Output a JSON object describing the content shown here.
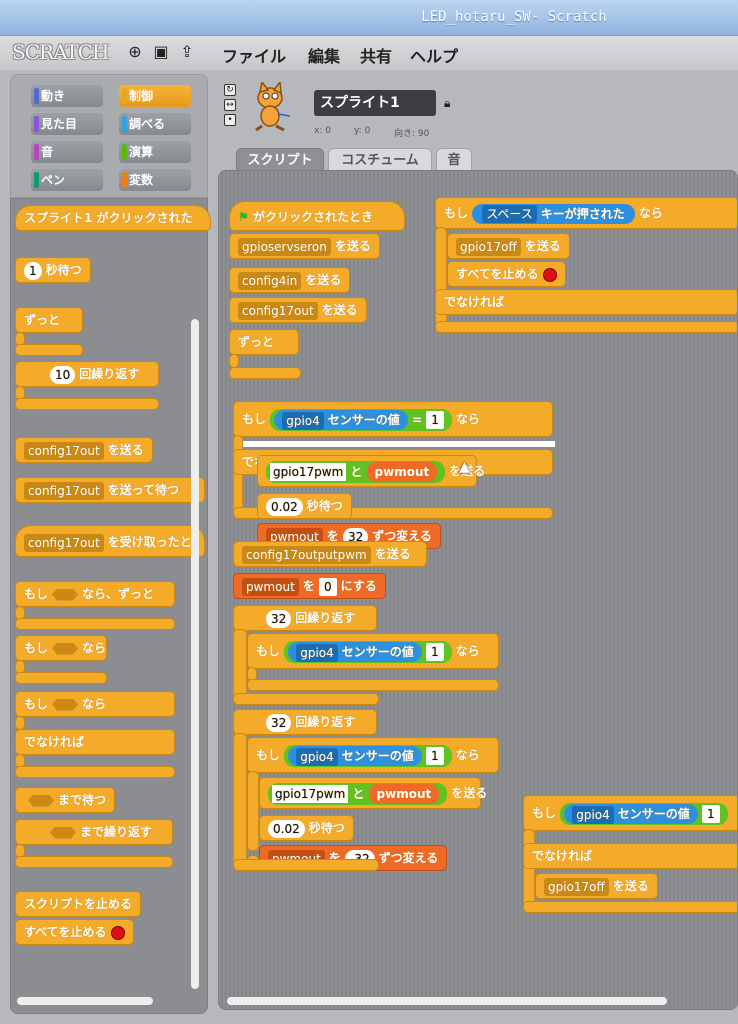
{
  "window": {
    "title": "LED_hotaru_SW- Scratch"
  },
  "menubar": {
    "logo": "SCRATCH",
    "items": [
      "ファイル",
      "編集",
      "共有",
      "ヘルプ"
    ]
  },
  "categories": [
    {
      "label": "動き",
      "color": "#4a6cd4"
    },
    {
      "label": "制御",
      "color": "#e6a822"
    },
    {
      "label": "見た目",
      "color": "#8a55d7"
    },
    {
      "label": "調べる",
      "color": "#2ca5e2"
    },
    {
      "label": "音",
      "color": "#bb42c3"
    },
    {
      "label": "演算",
      "color": "#5cb712"
    },
    {
      "label": "ペン",
      "color": "#0e9a6c"
    },
    {
      "label": "変数",
      "color": "#ee7d16"
    }
  ],
  "palette": {
    "when_clicked": "スプライト1 がクリックされた",
    "wait_num": "1",
    "wait_label": "秒待つ",
    "forever": "ずっと",
    "repeat_num": "10",
    "repeat_label": "回繰り返す",
    "broadcast_var": "config17out",
    "broadcast_label": "を送る",
    "broadcast_wait_var": "config17out",
    "broadcast_wait_label": "を送って待つ",
    "receive_var": "config17out",
    "receive_label": "を受け取ったと",
    "if_forever_pre": "もし",
    "if_forever_post": "なら、ずっと",
    "if_pre": "もし",
    "if_post": "なら",
    "ifelse_pre": "もし",
    "ifelse_post": "なら",
    "else_label": "でなければ",
    "wait_until": "まで待つ",
    "repeat_until": "まで繰り返す",
    "stop_script": "スクリプトを止める",
    "stop_all": "すべてを止める"
  },
  "sprite": {
    "name": "スプライト1",
    "x_label": "x: 0",
    "y_label": "y: 0",
    "dir_label": "向き: 90"
  },
  "tabs": [
    "スクリプト",
    "コスチューム",
    "音"
  ],
  "script": {
    "flag_label": "がクリックされたとき",
    "b1_var": "gpioservseron",
    "send": "を送る",
    "b2_var": "config4in",
    "b3_var": "config17out",
    "forever": "ずっと",
    "if_pre": "もし",
    "if_post": "なら",
    "gpio4": "gpio4",
    "sensor_val": "センサーの値",
    "eq": "=",
    "one": "1",
    "else_label": "でなければ",
    "gpio17pwm": "gpio17pwm",
    "and": "と",
    "pwmout": "pwmout",
    "wait_val": "0.02",
    "wait_label": "秒待つ",
    "change_by": "を",
    "change_32": "32",
    "change_label": "ずつ変える",
    "config_partial": "config17outputpwm",
    "set_to": "を",
    "zero": "0",
    "set_label": "にする",
    "repeat_num": "32",
    "repeat_label": "回繰り返す",
    "neg32": "-32",
    "space_key": "スペース",
    "key_label": "キーが押された",
    "gpio17off": "gpio17off",
    "stop_all": "すべてを止める"
  }
}
